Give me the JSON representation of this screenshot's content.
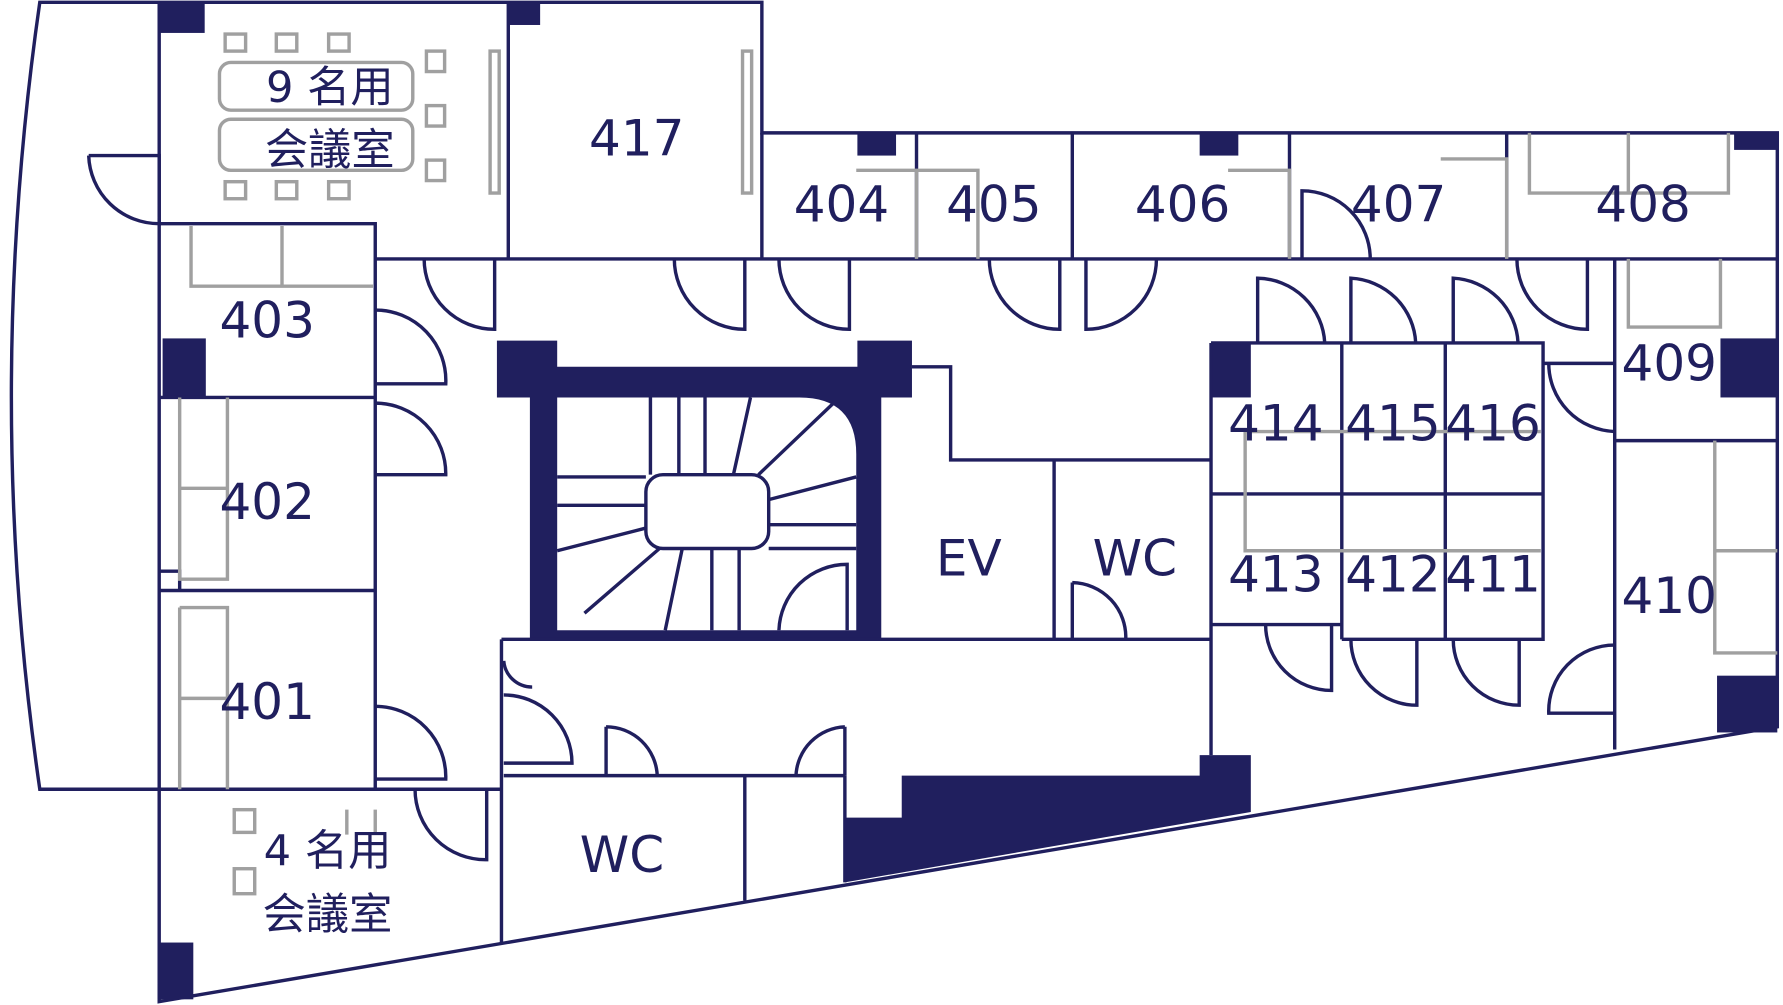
{
  "floor_plan": {
    "rooms": {
      "meeting_9": {
        "line1": "9 名用",
        "line2": "会議室"
      },
      "meeting_4": {
        "line1": "4 名用",
        "line2": "会議室"
      },
      "r417": "417",
      "r404": "404",
      "r405": "405",
      "r406": "406",
      "r407": "407",
      "r408": "408",
      "r403": "403",
      "r402": "402",
      "r401": "401",
      "r409": "409",
      "r410": "410",
      "r414": "414",
      "r415": "415",
      "r416": "416",
      "r413": "413",
      "r412": "412",
      "r411": "411",
      "elevator": "EV",
      "wc_upper": "WC",
      "wc_lower": "WC"
    },
    "colors": {
      "wall": "#201f5e",
      "furniture": "#a0a0a0"
    }
  }
}
